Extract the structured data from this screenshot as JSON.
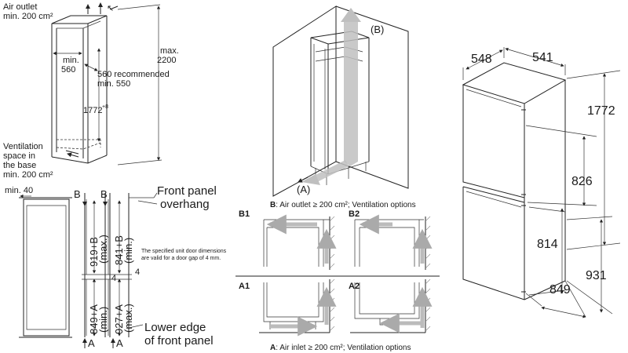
{
  "niche": {
    "air_outlet": [
      "Air outlet",
      "min. 200 cm²"
    ],
    "max_height": [
      "max.",
      "2200"
    ],
    "min_width": [
      "min.",
      "560"
    ],
    "depth": [
      "560 recommended",
      "min. 550"
    ],
    "height_main": "1772",
    "height_sup": "+8",
    "ventilation": [
      "Ventilation",
      "space in",
      "the base",
      "min. 200 cm²"
    ]
  },
  "door_section": {
    "min_label": "min. 40",
    "b1": "B",
    "b2": "B",
    "front_panel": [
      "Front panel",
      "overhang"
    ],
    "dim_919": "919+B",
    "dim_919_q": "(max.)",
    "dim_841": "841+B",
    "dim_841_q": "(min.)",
    "note": [
      "The specified unit door dimensions",
      "are valid for a door gap of 4 mm."
    ],
    "gap_4a": "4",
    "gap_4b": "4",
    "dim_849": "849+A",
    "dim_849_q": "(min.)",
    "dim_927": "927+A",
    "dim_927_q": "(max.)",
    "lower_edge": [
      "Lower edge",
      "of front panel"
    ],
    "a1": "A",
    "a2": "A"
  },
  "cabinet_3d": {
    "label_b": "(B)",
    "label_a": "(A)",
    "caption_b_key": "B",
    "caption_b_text": ": Air outlet ≥ 200 cm²; Ventilation options",
    "caption_a_key": "A",
    "caption_a_text": ": Air inlet ≥ 200 cm²; Ventilation options"
  },
  "ventilation_options": {
    "b1": "B1",
    "b2": "B2",
    "a1": "A1",
    "a2": "A2"
  },
  "appliance": {
    "depth": "548",
    "width": "541",
    "height_total": "1772",
    "upper_door": "826",
    "lower_door": "814",
    "lower_total": "931",
    "lower_offset": "849"
  }
}
